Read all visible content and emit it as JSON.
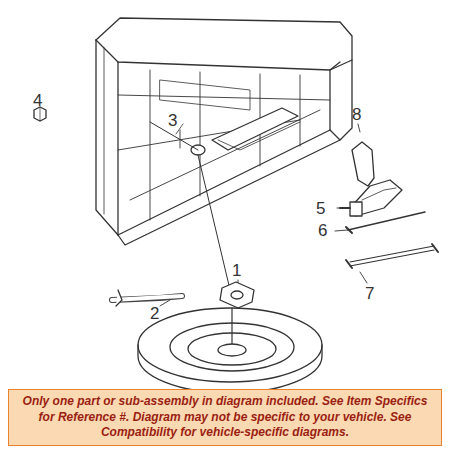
{
  "diagram": {
    "nodes": [
      {
        "text": [
          "Only one part or sub-assembly in diagram included. See Item Specifics for Reference #. Diagram may not be specific to your vehicle. See Compatibility for vehicle-specific diagrams."
        ]
      }
    ],
    "labels": [
      "4",
      "3",
      "8",
      "5",
      "6",
      "7",
      "1",
      "2"
    ]
  }
}
